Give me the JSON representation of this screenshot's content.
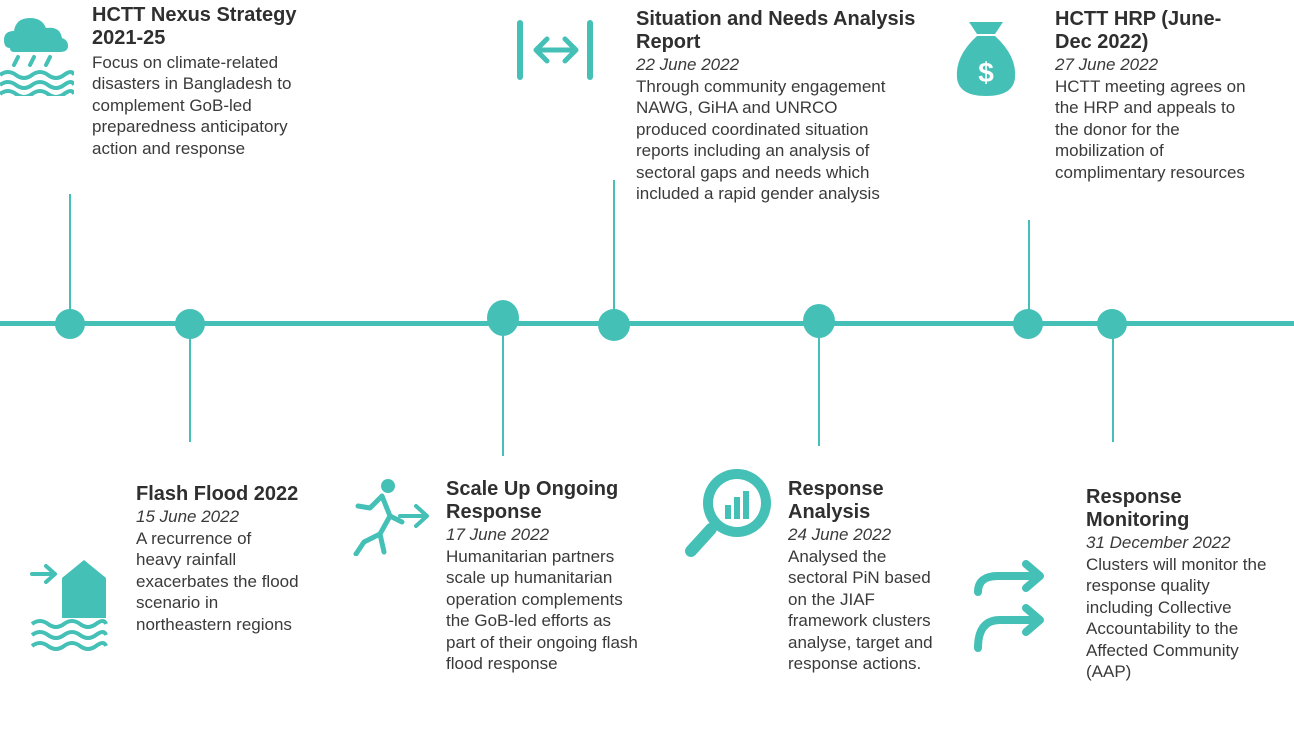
{
  "colors": {
    "accent": "#44c0b6",
    "text": "#3a3a3a"
  },
  "events": [
    {
      "title": "HCTT Nexus Strategy\n2021-25",
      "date": "",
      "description": "Focus on climate-related\ndisasters in Bangladesh to\ncomplement GoB-led\npreparedness anticipatory\naction and response",
      "icon": "rain-cloud-waves-icon"
    },
    {
      "title": "Flash Flood 2022",
      "date": "15 June 2022",
      "description": "A recurrence of\nheavy rainfall\nexacerbates the flood\nscenario in\nnortheastern regions",
      "icon": "flooded-house-icon"
    },
    {
      "title": "Scale Up Ongoing\nResponse",
      "date": "17 June 2022",
      "description": "Humanitarian partners\nscale up humanitarian\noperation complements\nthe GoB-led efforts as\npart of their ongoing flash\nflood response",
      "icon": "running-person-icon"
    },
    {
      "title": "Situation and Needs Analysis\nReport",
      "date": "22 June 2022",
      "description": "Through community engagement\nNAWG, GiHA and UNRCO\nproduced coordinated situation\nreports including an analysis of\nsectoral gaps and needs which\nincluded a rapid gender analysis",
      "icon": "bidirectional-arrow-icon"
    },
    {
      "title": "Response\nAnalysis",
      "date": "24 June 2022",
      "description": "Analysed the\nsectoral PiN based\non the JIAF\nframework clusters\nanalyse, target and\nresponse actions.",
      "icon": "magnifier-chart-icon"
    },
    {
      "title": "HCTT HRP (June-\nDec 2022)",
      "date": "27 June 2022",
      "description": "HCTT meeting agrees on\nthe HRP and appeals to\nthe donor for the\nmobilization of\ncomplimentary resources",
      "icon": "money-bag-icon"
    },
    {
      "title": "Response\nMonitoring",
      "date": "31 December 2022",
      "description": "Clusters will monitor the\nresponse quality\nincluding Collective\nAccountability to the\nAffected Community\n(AAP)",
      "icon": "forward-arrows-icon"
    }
  ]
}
